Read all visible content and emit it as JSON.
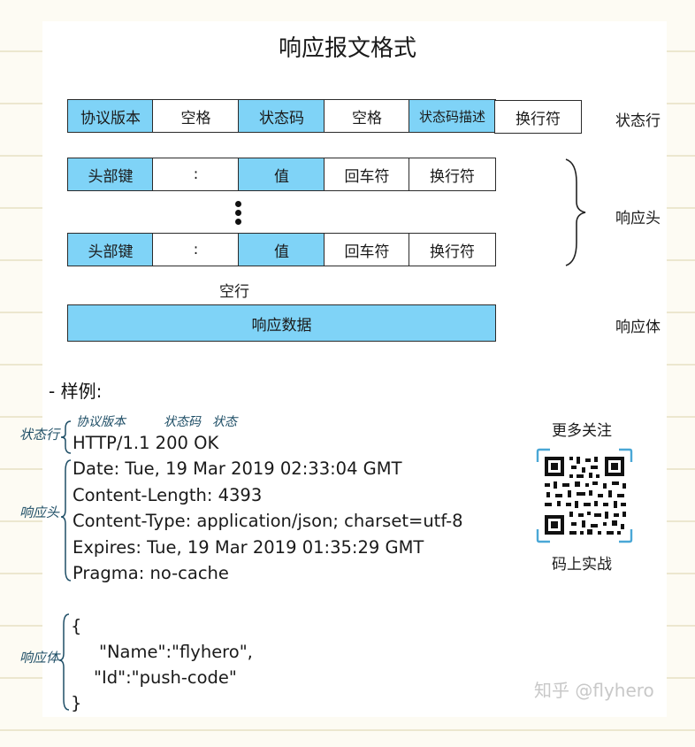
{
  "title": "响应报文格式",
  "status_line_row": [
    "协议版本",
    "空格",
    "状态码",
    "空格",
    "状态码描述",
    "换行符"
  ],
  "header_row": [
    "头部键",
    ":",
    "值",
    "回车符",
    "换行符"
  ],
  "empty_line": "空行",
  "body_box": "响应数据",
  "side_labels": {
    "status_line": "状态行",
    "headers": "响应头",
    "body": "响应体"
  },
  "sample_heading": "-   样例:",
  "annotations": {
    "protocol_version": "协议版本",
    "status_code": "状态码",
    "status": "状态"
  },
  "handwritten": {
    "status_line": "状态行",
    "headers": "响应头",
    "body": "响应体"
  },
  "http_example": {
    "status_line": "HTTP/1.1  200  OK",
    "headers": [
      "Date: Tue, 19 Mar 2019 02:33:04 GMT",
      "Content-Length: 4393",
      "Content-Type: application/json; charset=utf-8",
      "Expires: Tue, 19 Mar 2019 01:35:29 GMT",
      "Pragma: no-cache"
    ],
    "body_lines": [
      "{",
      "\"Name\":\"flyhero\",",
      "\"Id\":\"push-code\"",
      "}"
    ]
  },
  "qr": {
    "title": "更多关注",
    "caption": "码上实战"
  },
  "watermark": "知乎 @flyhero",
  "colors": {
    "field_fill": "#7fd3f7",
    "annotation_ink": "#1e4e66",
    "paper": "#fdfbf3"
  }
}
